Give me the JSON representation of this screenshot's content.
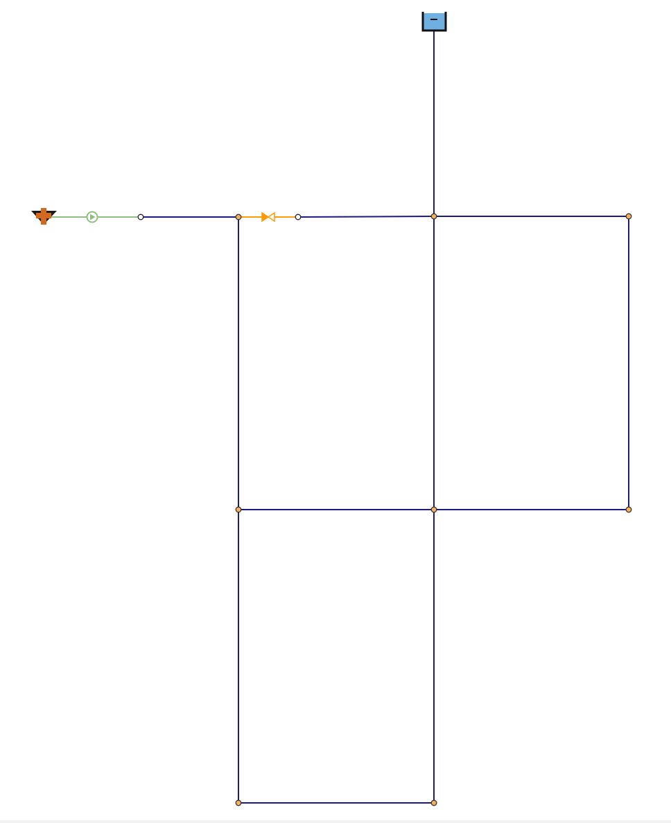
{
  "colors": {
    "background": "#ffffff",
    "pipe": "#1a1a80",
    "pump": "#8fbf7f",
    "valve": "#ff9900",
    "junction_fill": "#f5b05a",
    "junction_stroke": "#333333",
    "endpoint_fill": "#ffffff",
    "reservoir": "#d2691e",
    "tank_fill": "#6fb0e0",
    "tank_stroke": "#111111",
    "bottom_strip": "#f2f2f2"
  },
  "network": {
    "element_types": [
      "reservoir",
      "pump",
      "valve",
      "pipe",
      "junction",
      "tank"
    ],
    "icons": {
      "reservoir": "reservoir-icon",
      "pump": "pump-icon",
      "valve": "valve-icon",
      "tank": "tank-icon",
      "junction": "junction-icon"
    }
  }
}
